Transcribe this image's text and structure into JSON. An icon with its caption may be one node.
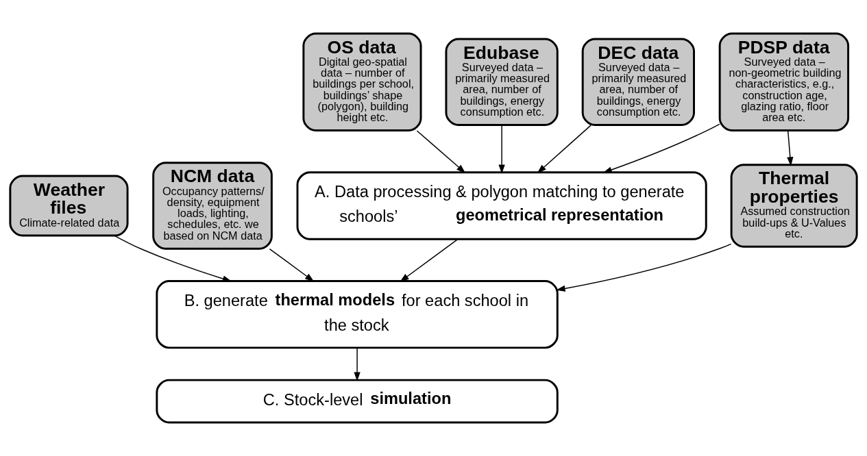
{
  "diagram": {
    "nodes": [
      {
        "text": [
          "OS data",
          "Digital geo-spatial data – number of buildings per school, buildings’ shape (polygon), building height etc."
        ]
      },
      {
        "text": [
          "Edubase",
          "Surveyed data – primarily measured area, number of buildings, energy consumption etc."
        ]
      },
      {
        "text": [
          "DEC data",
          "Surveyed data – primarily measured area, number of buildings, energy consumption etc."
        ]
      },
      {
        "text": [
          "PDSP data",
          "Surveyed data – non-geometric building characteristics, e.g., construction age, glazing ratio, floor area etc."
        ]
      },
      {
        "text": [
          "NCM data",
          "Occupancy patterns/ density, equipment loads, lighting, schedules, etc. we based on NCM data"
        ]
      },
      {
        "text": [
          "A. Data processing & polygon matching to generate schools’ **geometrical representation**"
        ]
      },
      {
        "text": [
          "B. generate **thermal models** for each school in the stock"
        ]
      },
      {
        "text": [
          "Thermal properties",
          "Assumed construction build-ups & U-Values etc."
        ]
      },
      {
        "text": [
          "Weather files",
          "Climate-related data"
        ]
      },
      {
        "text": [
          "C. Stock-level **simulation**"
        ]
      }
    ],
    "edges": [
      {
        "from": 0,
        "to": 5,
        "arrow": "to"
      },
      {
        "from": 1,
        "to": 5,
        "arrow": "to"
      },
      {
        "from": 2,
        "to": 5,
        "arrow": "to"
      },
      {
        "from": 3,
        "to": 5,
        "arrow": "to"
      },
      {
        "from": 3,
        "to": 7,
        "arrow": "to"
      },
      {
        "from": 5,
        "to": 6,
        "arrow": "to"
      },
      {
        "from": 4,
        "to": 6,
        "arrow": "to"
      },
      {
        "from": 8,
        "to": 6,
        "arrow": "to"
      },
      {
        "from": 7,
        "to": 6,
        "arrow": "to"
      },
      {
        "from": 6,
        "to": 9,
        "arrow": "to"
      }
    ]
  }
}
